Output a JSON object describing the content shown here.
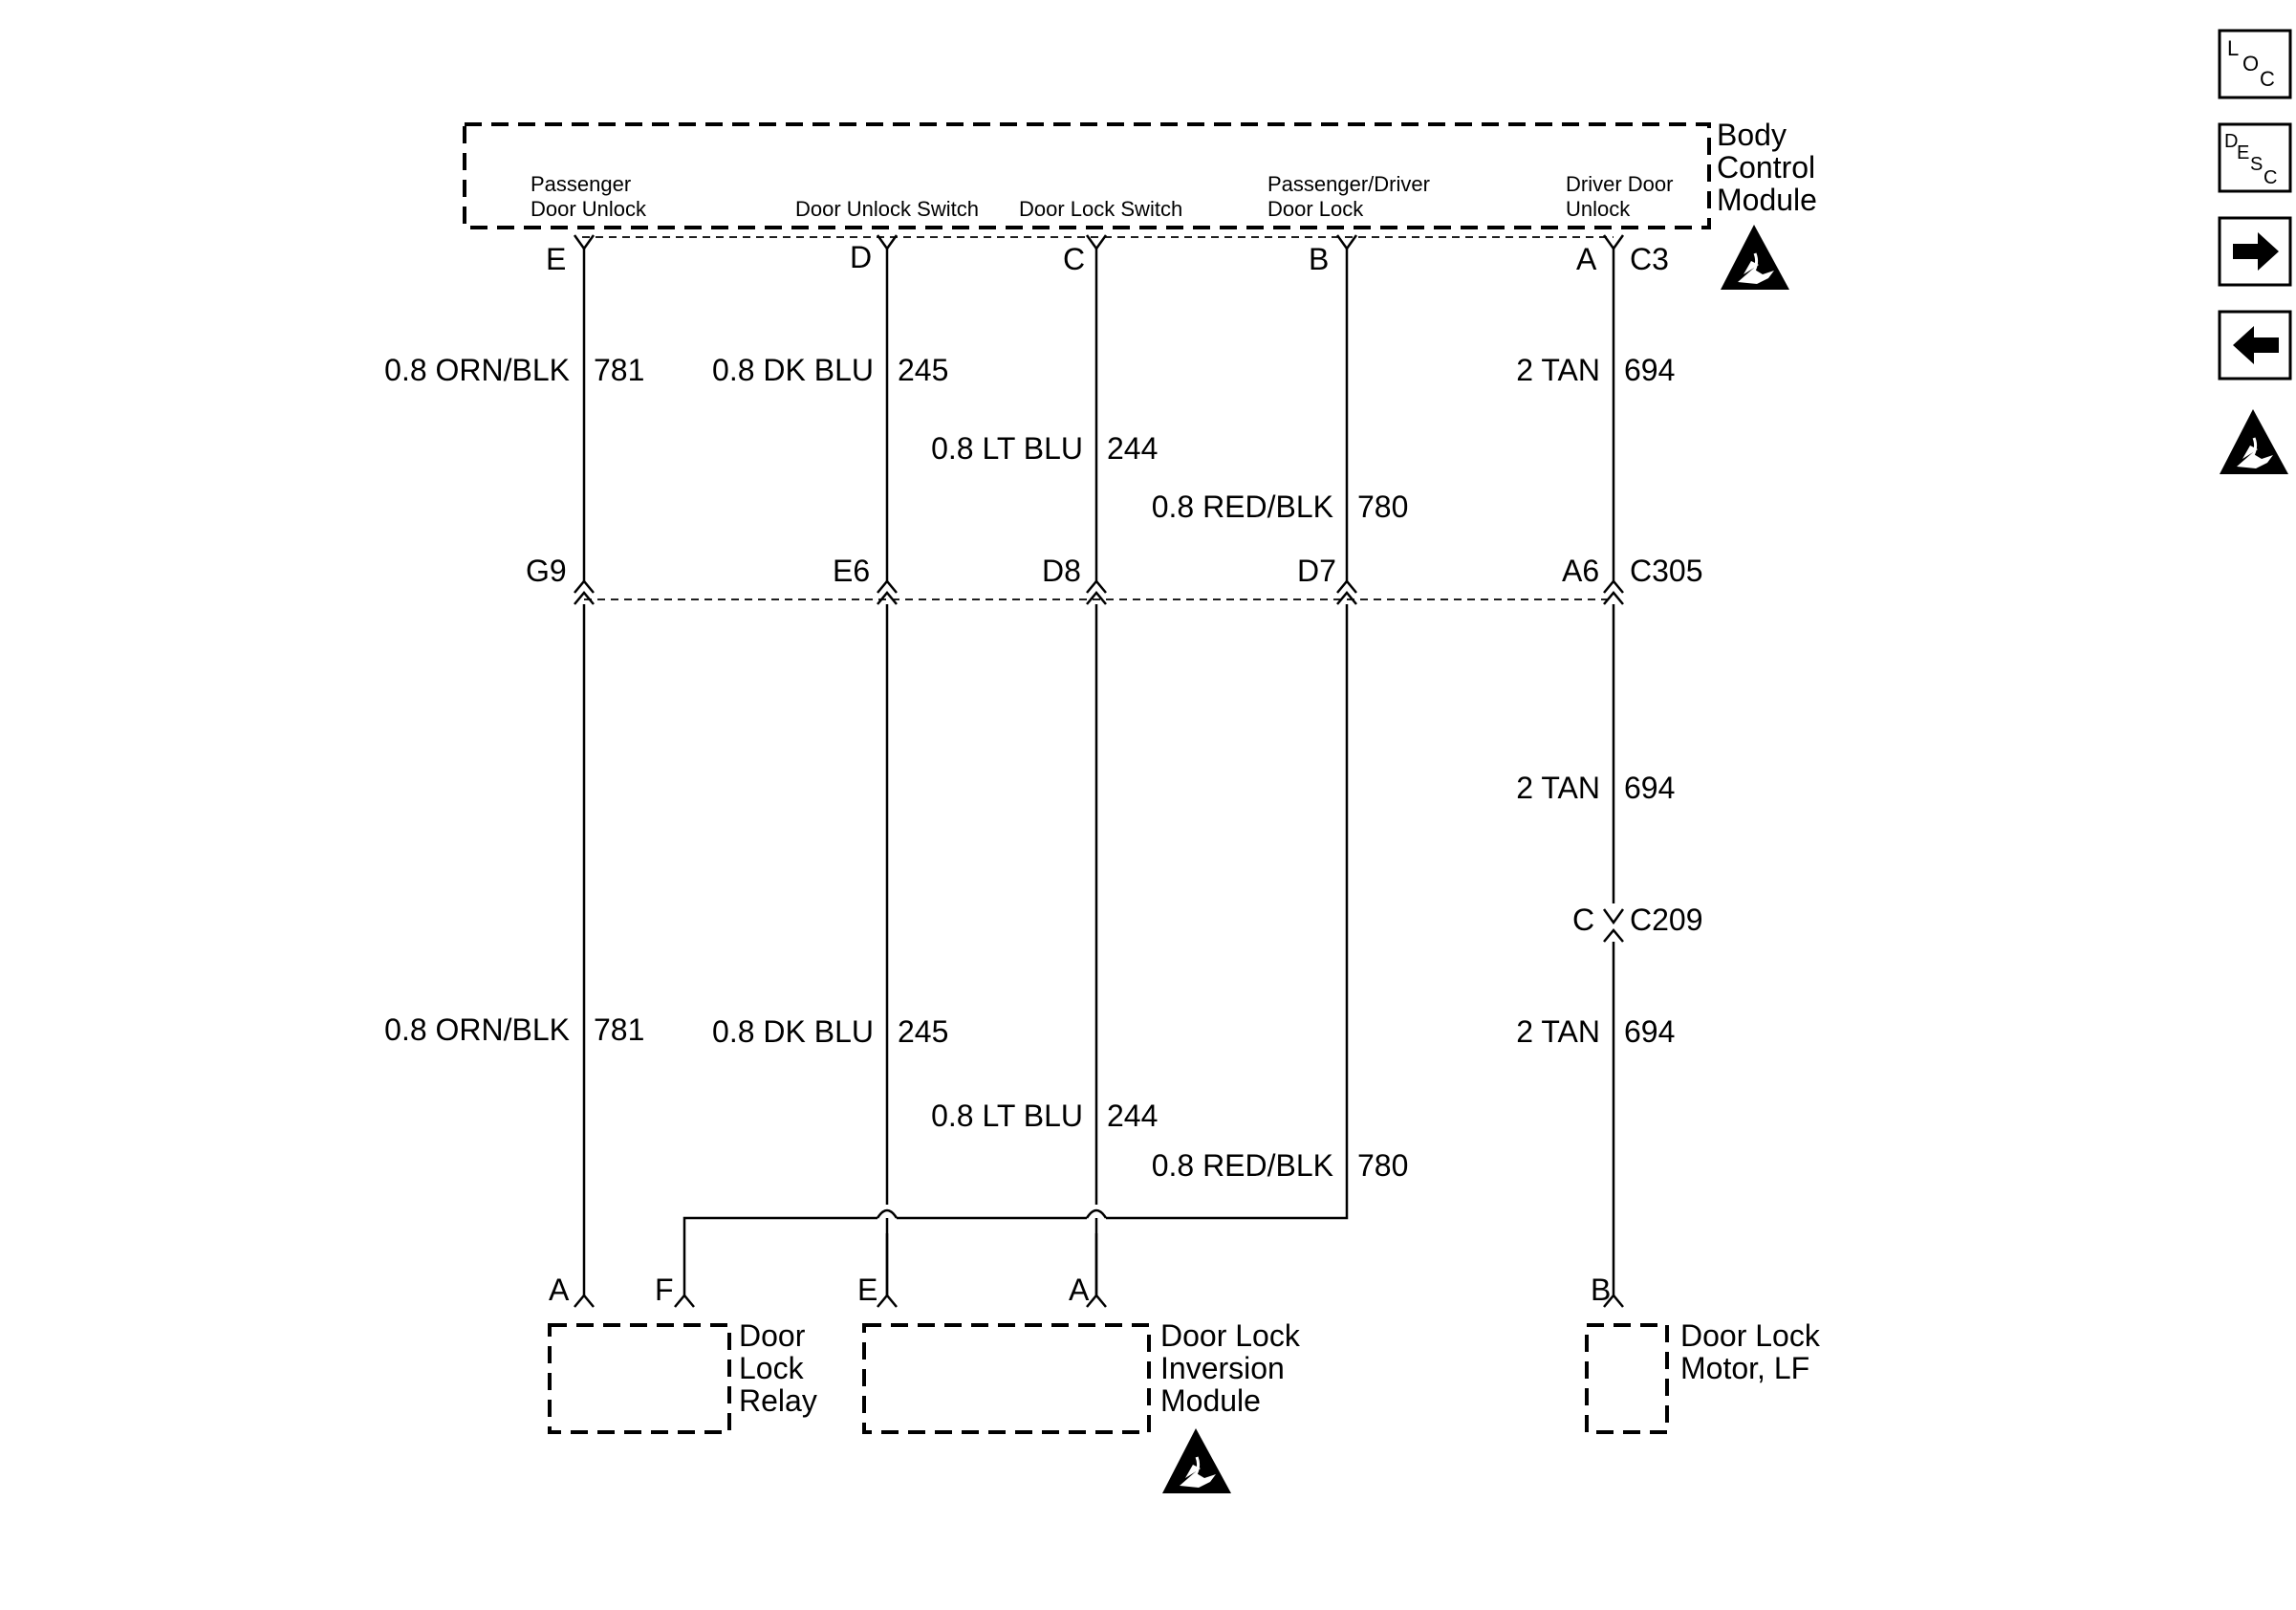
{
  "modules": {
    "bcm": {
      "name_lines": [
        "Body",
        "Control",
        "Module"
      ],
      "connector": "C3",
      "pins": [
        {
          "pin": "E",
          "label_lines": [
            "Passenger",
            "Door Unlock"
          ]
        },
        {
          "pin": "D",
          "label_lines": [
            "Door Unlock Switch"
          ]
        },
        {
          "pin": "C",
          "label_lines": [
            "Door Lock Switch"
          ]
        },
        {
          "pin": "B",
          "label_lines": [
            "Passenger/Driver",
            "Door Lock"
          ]
        },
        {
          "pin": "A",
          "label_lines": [
            "Driver Door",
            "Unlock"
          ]
        }
      ]
    },
    "relay": {
      "name_lines": [
        "Door",
        "Lock",
        "Relay"
      ],
      "pins": [
        "A",
        "F"
      ]
    },
    "inversion": {
      "name_lines": [
        "Door Lock",
        "Inversion",
        "Module"
      ],
      "pins": [
        "E",
        "A"
      ]
    },
    "motor": {
      "name_lines": [
        "Door Lock",
        "Motor, LF"
      ],
      "pins": [
        "B"
      ]
    }
  },
  "connectors": {
    "c305": {
      "name": "C305",
      "pins": [
        "G9",
        "E6",
        "D8",
        "D7",
        "A6"
      ]
    },
    "c209": {
      "name": "C209",
      "pin": "C"
    }
  },
  "wires": [
    {
      "circuit": "781",
      "color": "0.8 ORN/BLK"
    },
    {
      "circuit": "245",
      "color": "0.8 DK BLU"
    },
    {
      "circuit": "244",
      "color": "0.8 LT BLU"
    },
    {
      "circuit": "780",
      "color": "0.8 RED/BLK"
    },
    {
      "circuit": "694",
      "color": "2 TAN"
    }
  ],
  "nav": {
    "loc": {
      "big": "L",
      "mid": "O",
      "sub": "C"
    },
    "desc": {
      "big": "D",
      "mid": "E",
      "mid2": "S",
      "sub": "C"
    },
    "next": "arrow-right-icon",
    "prev": "arrow-left-icon",
    "esd": "esd-warning-icon"
  }
}
